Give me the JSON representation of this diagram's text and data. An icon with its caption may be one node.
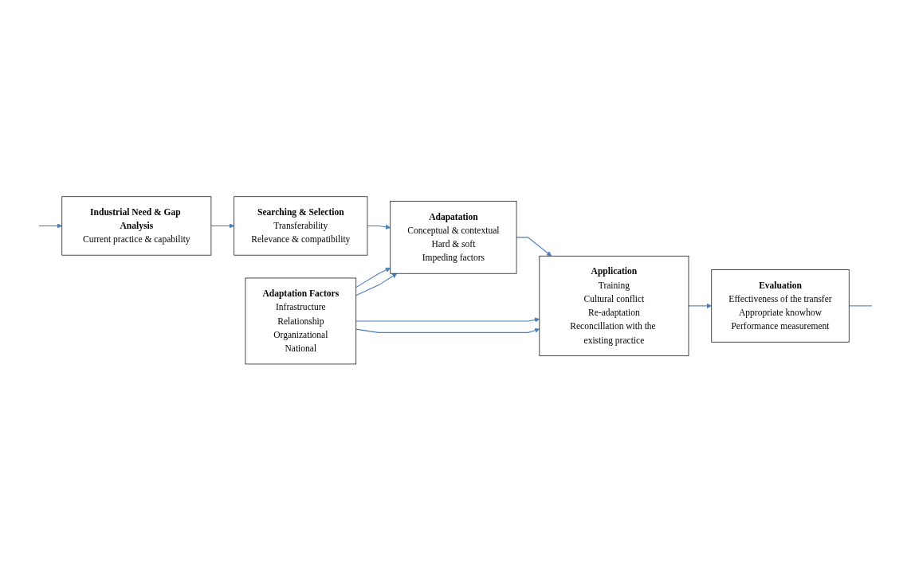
{
  "diagram": {
    "nodes": [
      {
        "text": [
          "Adaptation Factors",
          "Infrastructure",
          "Relationship",
          "Organizational",
          "National"
        ]
      },
      {
        "text": [
          "Industrial Need & Gap Analysis",
          "Current practice & capability"
        ]
      },
      {
        "text": [
          "Searching & Selection",
          "Transferability",
          "Relevance & compatibility"
        ]
      },
      {
        "text": [
          "Adapatation",
          "Conceptual & contextual",
          "Hard & soft",
          "Impeding factors"
        ]
      },
      {
        "text": [
          "Application",
          "Training",
          "Cultural conflict",
          "Re-adaptation",
          "Reconcillation with the existing practice"
        ]
      },
      {
        "text": [
          "Evaluation",
          "Effectiveness of the transfer",
          "Appropriate knowhow",
          "Performance measurement"
        ]
      }
    ],
    "edges": [
      {
        "from": 1,
        "to": 2,
        "arrow": "to"
      },
      {
        "from": 2,
        "to": 3,
        "arrow": "to"
      },
      {
        "from": 3,
        "to": 4,
        "arrow": "to"
      },
      {
        "from": 4,
        "to": 5,
        "arrow": "to"
      },
      {
        "from": 0,
        "to": 3,
        "arrow": "to"
      },
      {
        "from": 0,
        "to": 3,
        "arrow": "to"
      },
      {
        "from": 0,
        "to": 4,
        "arrow": "to"
      },
      {
        "from": 0,
        "to": 4,
        "arrow": "to"
      },
      {
        "from": null,
        "to": 1,
        "arrow": "to"
      },
      {
        "from": 5,
        "to": null,
        "arrow": "none"
      }
    ]
  }
}
